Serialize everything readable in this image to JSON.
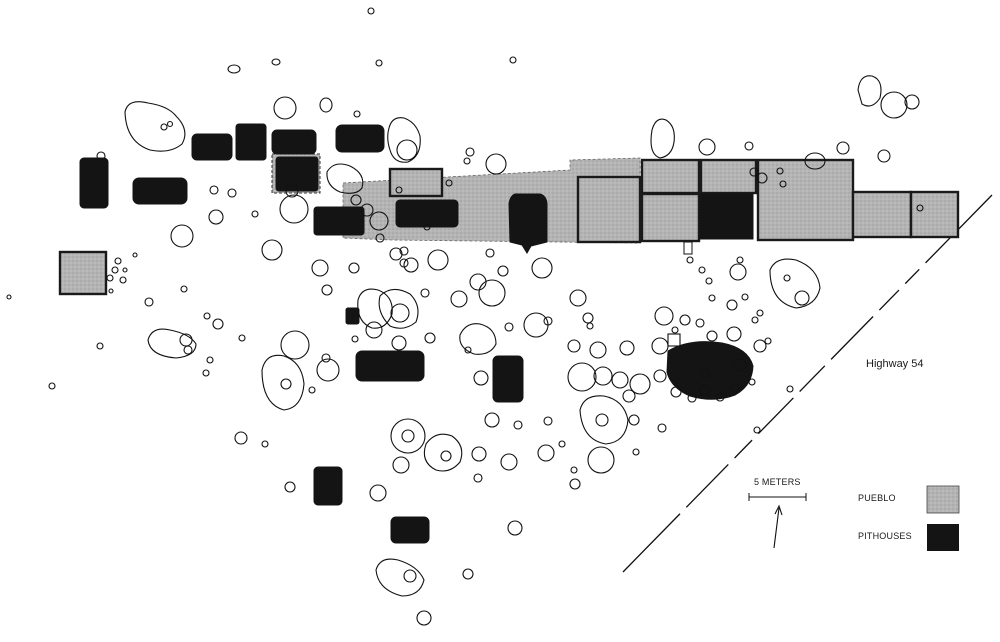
{
  "map": {
    "road_label": "Highway 54",
    "scale_label": "5 METERS",
    "north_arrow_icon": "north-arrow-icon",
    "legend": [
      {
        "key": "pueblo",
        "label": "PUEBLO",
        "swatch": "stipple-gray"
      },
      {
        "key": "pithouses",
        "label": "PITHOUSES",
        "swatch": "solid-black"
      }
    ]
  },
  "colors": {
    "pueblo_fill": "#b4b4b4",
    "pithouse_fill": "#141414",
    "outline": "#111111",
    "background": "#ffffff"
  }
}
